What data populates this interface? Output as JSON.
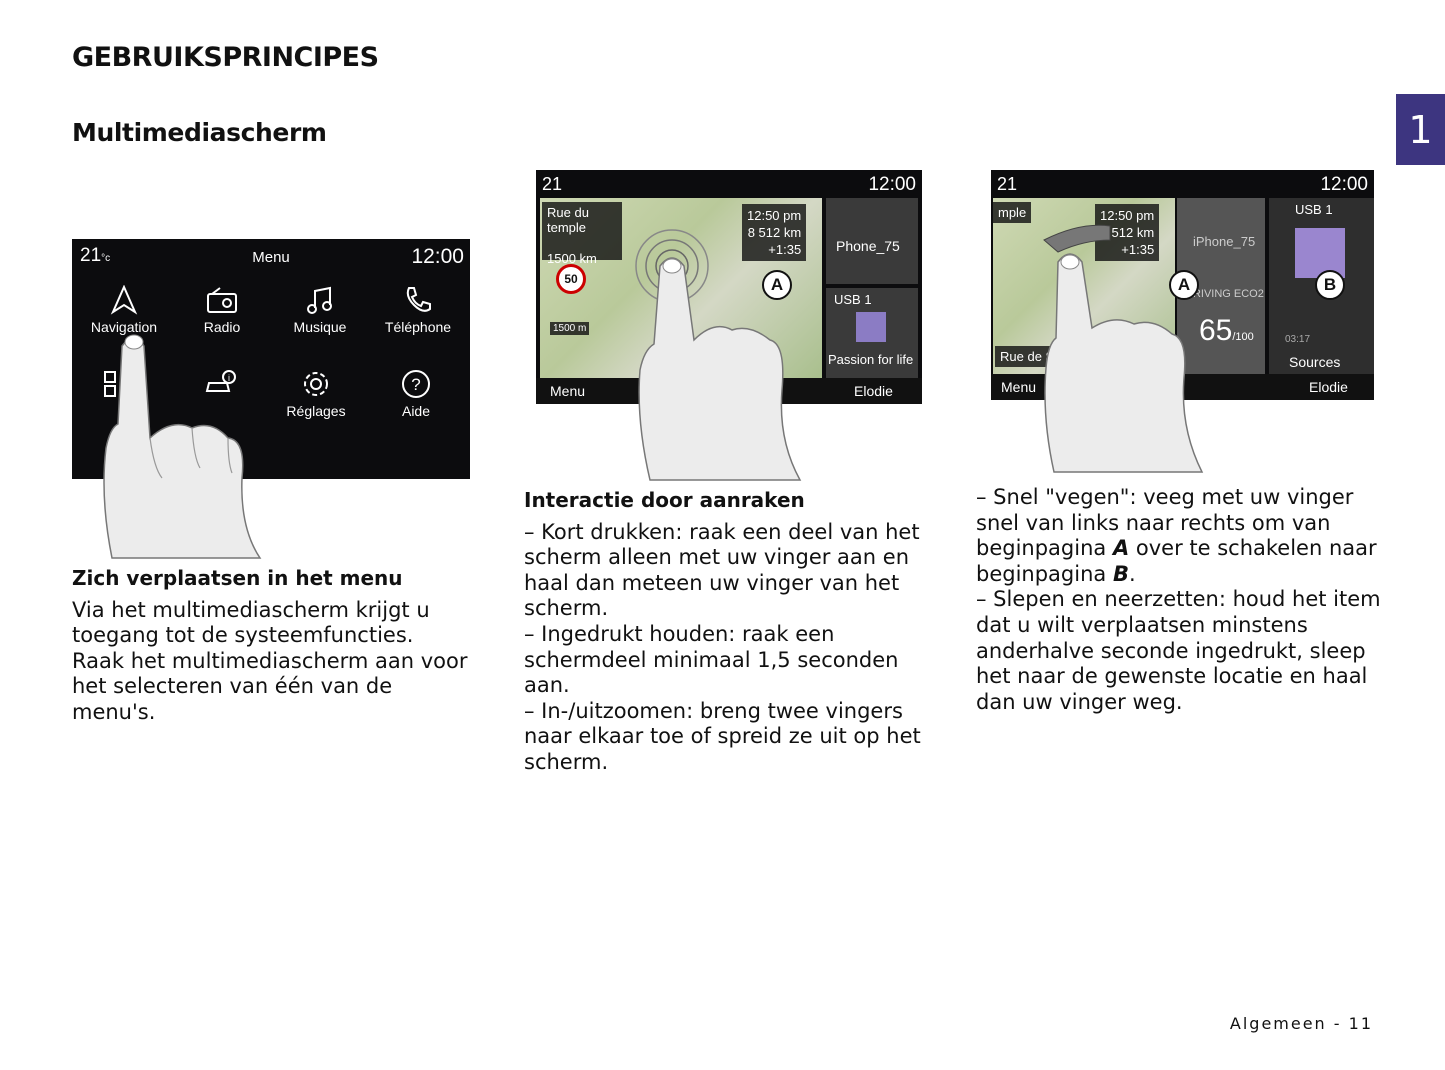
{
  "page": {
    "title": "GEBRUIKSPRINCIPES",
    "section": "Multimediascherm",
    "chapter": "1",
    "footer": "Algemeen - 11"
  },
  "screen1": {
    "temp": "21",
    "temp_unit": "°c",
    "title": "Menu",
    "clock": "12:00",
    "items": [
      {
        "label": "Navigation",
        "icon": "navigation-arrow-icon"
      },
      {
        "label": "Radio",
        "icon": "radio-icon"
      },
      {
        "label": "Musique",
        "icon": "music-note-icon"
      },
      {
        "label": "Téléphone",
        "icon": "phone-icon"
      },
      {
        "label": "Réglages",
        "icon": "gear-icon"
      },
      {
        "label": "Aide",
        "icon": "help-icon"
      }
    ]
  },
  "screen2": {
    "temp": "21",
    "clock": "12:00",
    "street": "Rue du temple",
    "distance": "1500 km",
    "arrival": "12:50 pm",
    "km": "8 512 km",
    "delta": "+1:35",
    "speed_limit": "50",
    "warn_dist": "1500 m",
    "phone": "Phone_75",
    "usb": "USB 1",
    "track": "Passion for life",
    "menu": "Menu",
    "user": "Elodie",
    "label": "A"
  },
  "screen3": {
    "temp": "21",
    "clock": "12:00",
    "street": "mple",
    "arrival": "12:50 pm",
    "km": "8 512 km",
    "delta": "+1:35",
    "phone": "iPhone_75",
    "eco": "DRIVING ECO2",
    "score": "65",
    "score_unit": "/100",
    "usb": "USB 1",
    "time": "03:17",
    "sources": "Sources",
    "street2": "Rue de S",
    "menu": "Menu",
    "user": "Elodie",
    "label_a": "A",
    "label_b": "B"
  },
  "col1": {
    "heading": "Zich verplaatsen in het menu",
    "body": "Via het multimediascherm krijgt u toegang tot de systeemfuncties. Raak het multimediascherm aan voor het selecteren van één van de menu's."
  },
  "col2": {
    "heading": "Interactie door aanraken",
    "items": [
      "–  Kort drukken: raak een deel van het scherm alleen met uw vinger aan en haal dan meteen uw vinger van het scherm.",
      "–  Ingedrukt houden: raak een schermdeel minimaal 1,5 seconden aan.",
      "–  In-/uitzoomen: breng twee vingers naar elkaar toe of spreid ze uit op het scherm."
    ]
  },
  "col3": {
    "swipe_pre": "–  Snel \"vegen\": veeg met uw vinger snel van links naar rechts om van beginpagina ",
    "swipe_a": "A",
    "swipe_mid": " over te schakelen naar beginpagina ",
    "swipe_b": "B",
    "swipe_end": ".",
    "drag": "–  Slepen en neerzetten: houd het item dat u wilt verplaatsen minstens anderhalve seconde ingedrukt, sleep het naar de gewenste locatie en haal dan uw vinger weg."
  }
}
